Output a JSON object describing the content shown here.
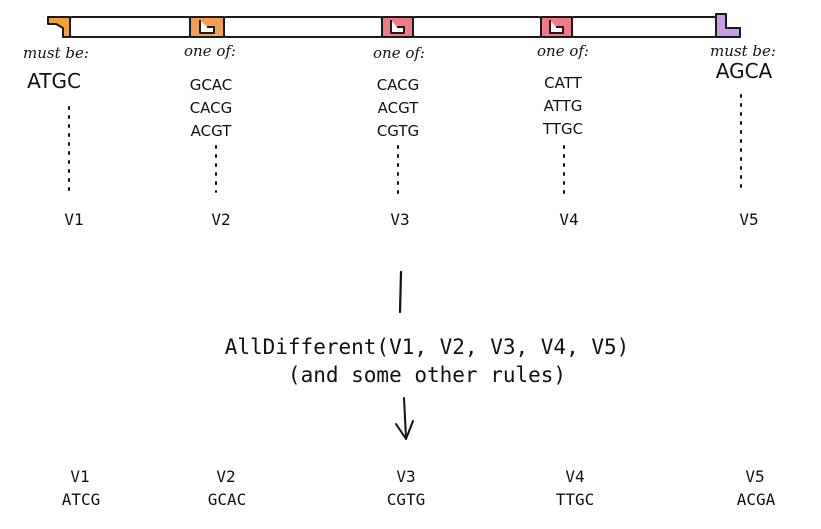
{
  "colors": {
    "bar_fill": "#ffffff",
    "bar_stroke": "#1a1a1a",
    "connector_orange_start": "#f3a23a",
    "connector_orange": "#f0a14f",
    "connector_red_1": "#f07b87",
    "connector_red_2": "#f07b87",
    "connector_purple": "#c99ce6",
    "ink": "#111111"
  },
  "positions": [
    {
      "id": "V1",
      "rule_label": "must be:",
      "options": [
        "ATGC"
      ],
      "variable": "V1",
      "result_var": "V1",
      "result_value": "ATCG"
    },
    {
      "id": "V2",
      "rule_label": "one of:",
      "options": [
        "GCAC",
        "CACG",
        "ACGT"
      ],
      "variable": "V2",
      "result_var": "V2",
      "result_value": "GCAC"
    },
    {
      "id": "V3",
      "rule_label": "one of:",
      "options": [
        "CACG",
        "ACGT",
        "CGTG"
      ],
      "variable": "V3",
      "result_var": "V3",
      "result_value": "CGTG"
    },
    {
      "id": "V4",
      "rule_label": "one of:",
      "options": [
        "CATT",
        "ATTG",
        "TTGC"
      ],
      "variable": "V4",
      "result_var": "V4",
      "result_value": "TTGC"
    },
    {
      "id": "V5",
      "rule_label": "must be:",
      "options": [
        "AGCA"
      ],
      "variable": "V5",
      "result_var": "V5",
      "result_value": "ACGA"
    }
  ],
  "constraint": {
    "line1": "AllDifferent(V1, V2, V3, V4, V5)",
    "line2": "(and some other rules)"
  }
}
